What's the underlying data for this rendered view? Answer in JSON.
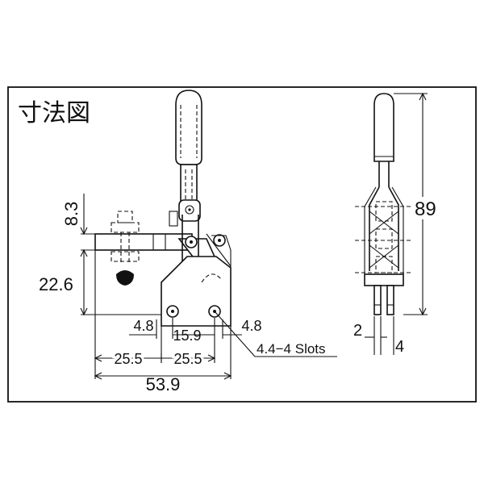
{
  "title": "寸法図",
  "dimensions": {
    "d_8_3": "8.3",
    "d_22_6": "22.6",
    "d_4_8_left": "4.8",
    "d_15_9": "15.9",
    "d_4_8_right": "4.8",
    "d_25_5_left": "25.5",
    "d_25_5_right": "25.5",
    "d_53_9": "53.9",
    "d_89": "89",
    "d_2": "2",
    "d_4": "4",
    "slots_note": "4.4−4 Slots"
  },
  "colors": {
    "ink": "#111111",
    "background": "#ffffff"
  }
}
